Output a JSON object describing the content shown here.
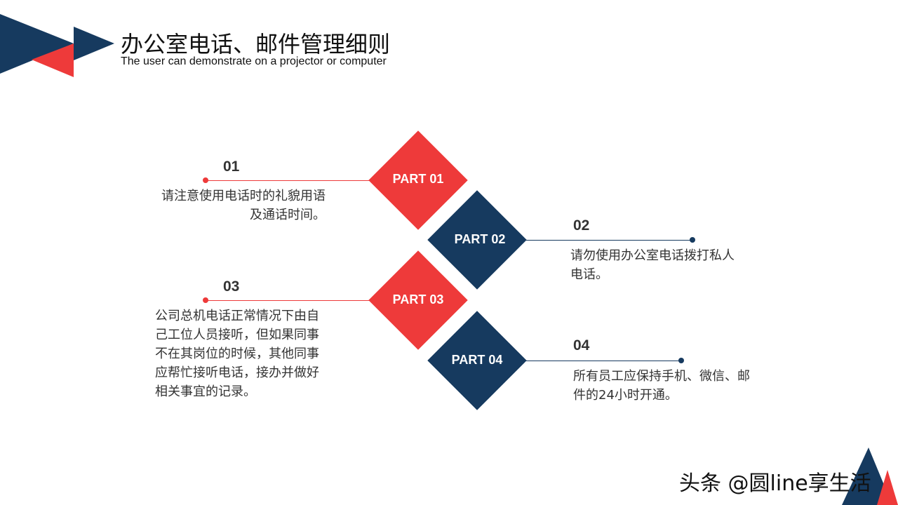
{
  "header": {
    "title": "办公室电话、邮件管理细则",
    "subtitle": "The user can demonstrate on a projector or computer"
  },
  "colors": {
    "red": "#ee3a3a",
    "navy": "#163a5f"
  },
  "parts": [
    {
      "label": "PART 01",
      "number": "01",
      "text": "请注意使用电话时的礼貌用语及通话时间。"
    },
    {
      "label": "PART 02",
      "number": "02",
      "text": "请勿使用办公室电话拨打私人电话。"
    },
    {
      "label": "PART 03",
      "number": "03",
      "text": "公司总机电话正常情况下由自己工位人员接听，但如果同事不在其岗位的时候，其他同事应帮忙接听电话，接办并做好相关事宜的记录。"
    },
    {
      "label": "PART 04",
      "number": "04",
      "text": "所有员工应保持手机、微信、邮件的24小时开通。"
    }
  ],
  "watermark": "头条 @圆line享生活"
}
